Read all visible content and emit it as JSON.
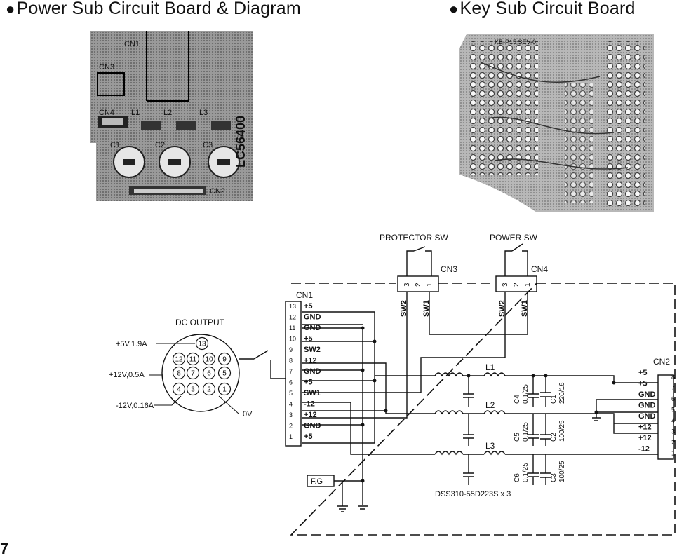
{
  "headings": {
    "power": "Power Sub Circuit Board & Diagram",
    "key": "Key Sub Circuit Board"
  },
  "bullet": "●",
  "power_board": {
    "connectors": [
      "CN1",
      "CN3",
      "CN4",
      "CN2"
    ],
    "inductors": [
      "L1",
      "L2",
      "L3"
    ],
    "capacitors": [
      "C1",
      "C2",
      "C3"
    ],
    "part_number": "LC56400"
  },
  "key_board": {
    "silkscreen": "KB-P15 SEV-0"
  },
  "schematic": {
    "switches": {
      "protector": "PROTECTOR SW",
      "power": "POWER SW"
    },
    "cn3": {
      "label": "CN3",
      "pins": [
        "3",
        "2",
        "1"
      ],
      "wires": [
        "SW2",
        "SW1"
      ]
    },
    "cn4": {
      "label": "CN4",
      "pins": [
        "3",
        "2",
        "1"
      ],
      "wires": [
        "SW2",
        "SW1"
      ]
    },
    "cn1": {
      "label": "CN1",
      "pins": [
        {
          "num": "13",
          "signal": "+5"
        },
        {
          "num": "12",
          "signal": "GND"
        },
        {
          "num": "11",
          "signal": "GND"
        },
        {
          "num": "10",
          "signal": "+5"
        },
        {
          "num": "9",
          "signal": "SW2"
        },
        {
          "num": "8",
          "signal": "+12"
        },
        {
          "num": "7",
          "signal": "GND"
        },
        {
          "num": "6",
          "signal": "+5"
        },
        {
          "num": "5",
          "signal": "SW1"
        },
        {
          "num": "4",
          "signal": "-12"
        },
        {
          "num": "3",
          "signal": "+12"
        },
        {
          "num": "2",
          "signal": "GND"
        },
        {
          "num": "1",
          "signal": "+5"
        }
      ]
    },
    "cn2": {
      "label": "CN2",
      "pins": [
        {
          "num": "8",
          "signal": "+5"
        },
        {
          "num": "7",
          "signal": "+5"
        },
        {
          "num": "6",
          "signal": "GND"
        },
        {
          "num": "5",
          "signal": "GND"
        },
        {
          "num": "4",
          "signal": "GND"
        },
        {
          "num": "3",
          "signal": "+12"
        },
        {
          "num": "2",
          "signal": "+12"
        },
        {
          "num": "1",
          "signal": "-12"
        }
      ]
    },
    "dc_output": {
      "title": "DC OUTPUT",
      "labels": [
        "+5V,1.9A",
        "+12V,0.5A",
        "-12V,0.16A",
        "0V"
      ],
      "pins": [
        "13",
        "12",
        "11",
        "10",
        "9",
        "8",
        "7",
        "6",
        "5",
        "4",
        "3",
        "2",
        "1"
      ]
    },
    "filter_rows": [
      {
        "inductor": "L1",
        "cap_small": [
          "C4",
          "0.1/25"
        ],
        "cap_big": [
          "C1",
          "220/16"
        ]
      },
      {
        "inductor": "L2",
        "cap_small": [
          "C5",
          "0.1/25"
        ],
        "cap_big": [
          "C2",
          "100/25"
        ]
      },
      {
        "inductor": "L3",
        "cap_small": [
          "C6",
          "0.1/25"
        ],
        "cap_big": [
          "C3",
          "100/25"
        ]
      }
    ],
    "fg": "F.G",
    "dss_note": "DSS310-55D223S x 3"
  },
  "page_number": "7"
}
